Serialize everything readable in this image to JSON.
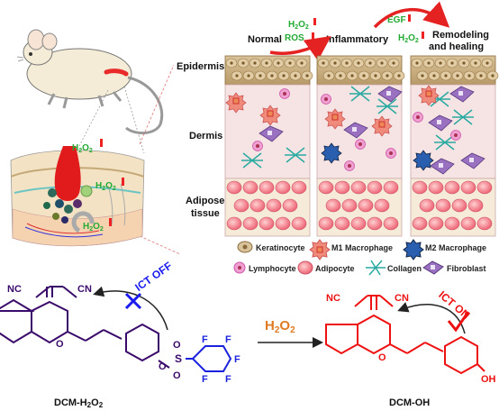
{
  "stages": {
    "normal": "Normal",
    "inflammatory": "Inflammatory",
    "remodeling_line1": "Remodeling",
    "remodeling_line2": "and healing"
  },
  "signals": {
    "h2o2_label": "H",
    "h2o2_sub": "2",
    "h2o2_o": "O",
    "h2o2_sub2": "2",
    "ros": "ROS",
    "egf": "EGF"
  },
  "layers": {
    "epidermis": "Epidermis",
    "dermis": "Dermis",
    "adipose_line1": "Adipose",
    "adipose_line2": "tissue"
  },
  "legend": {
    "keratinocyte": "Keratinocyte",
    "m1": "M1 Macrophage",
    "m2": "M2 Macrophage",
    "lymphocyte": "Lymphocyte",
    "adipocyte": "Adipocyte",
    "collagen": "Collagen",
    "fibroblast": "Fibroblast"
  },
  "chemistry": {
    "nc": "NC",
    "cn": "CN",
    "o_ring": "O",
    "o_ring2": "O",
    "ict_off": "ICT OFF",
    "ict_on": "ICT ON",
    "s": "S",
    "o1": "O",
    "o2": "O",
    "o3": "O",
    "f1": "F",
    "f2": "F",
    "f3": "F",
    "f4": "F",
    "f5": "F",
    "oh": "OH",
    "reagent_h": "H",
    "reagent_2a": "2",
    "reagent_o": "O",
    "reagent_2b": "2",
    "probe_name": "DCM-H",
    "probe_sub": "2",
    "probe_o": "O",
    "probe_sub2": "2",
    "product_name": "DCM-OH"
  },
  "colors": {
    "probe": "#3a0a6a",
    "product": "#ee1111",
    "ict_off": "#1a1aee",
    "ict_on": "#ee1111",
    "signal_green": "#22aa33",
    "signal_red": "#ee2222",
    "arrow_red": "#e52222",
    "fluor_blue": "#1a22dd",
    "reagent_orange": "#e07a22"
  }
}
